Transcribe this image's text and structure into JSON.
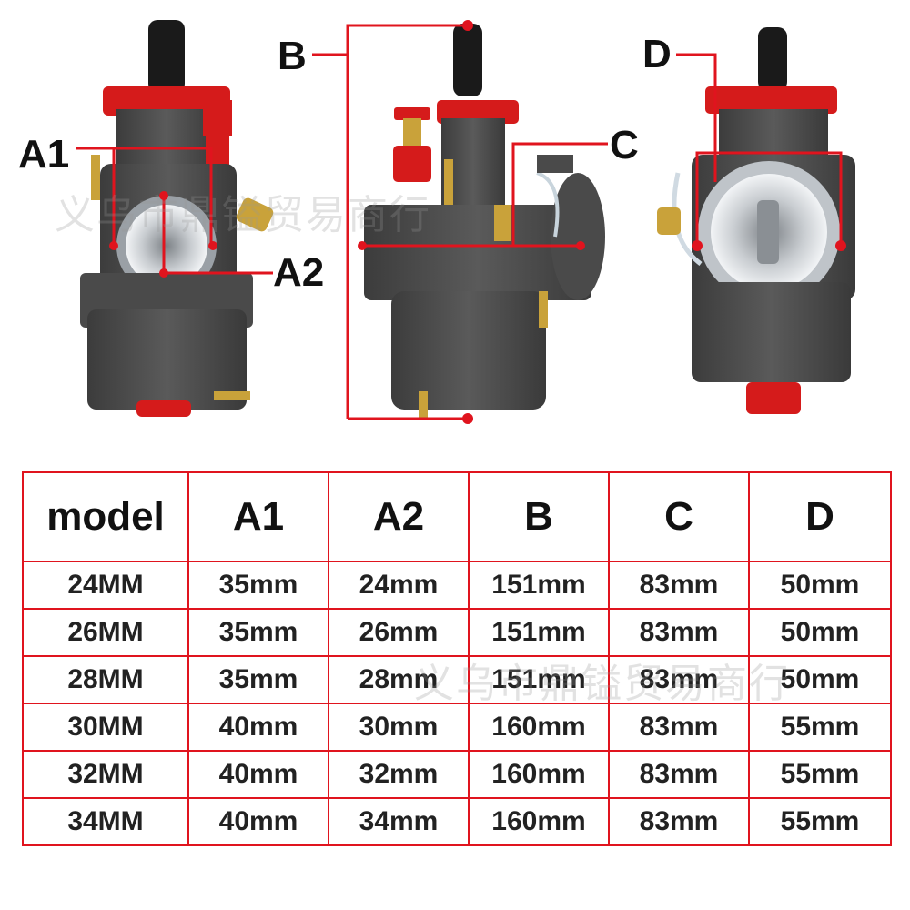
{
  "labels": {
    "a1": "A1",
    "a2": "A2",
    "b": "B",
    "c": "C",
    "d": "D"
  },
  "watermark": "义乌市鼎镒贸易商行",
  "colors": {
    "accent_red": "#e0141e",
    "body_gray": "#4a4a4a",
    "cap_black": "#1a1a1a",
    "brass": "#c9a23a",
    "chrome": "#d8dce0"
  },
  "table": {
    "headers": [
      "model",
      "A1",
      "A2",
      "B",
      "C",
      "D"
    ],
    "rows": [
      [
        "24MM",
        "35mm",
        "24mm",
        "151mm",
        "83mm",
        "50mm"
      ],
      [
        "26MM",
        "35mm",
        "26mm",
        "151mm",
        "83mm",
        "50mm"
      ],
      [
        "28MM",
        "35mm",
        "28mm",
        "151mm",
        "83mm",
        "50mm"
      ],
      [
        "30MM",
        "40mm",
        "30mm",
        "160mm",
        "83mm",
        "55mm"
      ],
      [
        "32MM",
        "40mm",
        "32mm",
        "160mm",
        "83mm",
        "55mm"
      ],
      [
        "34MM",
        "40mm",
        "34mm",
        "160mm",
        "83mm",
        "55mm"
      ]
    ]
  }
}
